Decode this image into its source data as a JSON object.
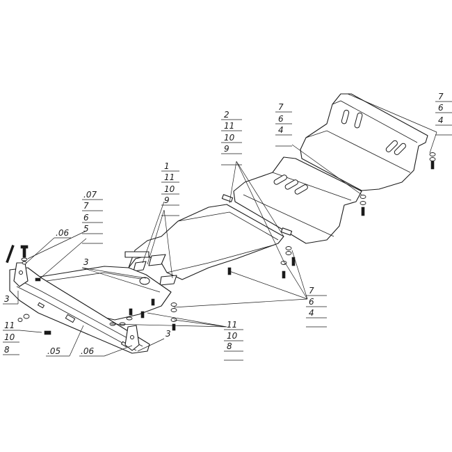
{
  "callouts": {
    "front_left_stack": {
      "a": ".07",
      "b": "7",
      "c": "6",
      "d": "5"
    },
    "bracket_left": ".06",
    "plate1_stack": {
      "a": "1",
      "b": "11",
      "c": "10",
      "d": "9"
    },
    "plate2_stack": {
      "a": "2",
      "b": "11",
      "c": "10",
      "d": "9"
    },
    "plate3_stack": {
      "a": "7",
      "b": "6",
      "c": "4"
    },
    "top_right_stack": {
      "a": "7",
      "b": "6",
      "c": "4"
    },
    "mid_right_stack": {
      "a": "7",
      "b": "6",
      "c": "4"
    },
    "center_bottom_stack": {
      "a": "11",
      "b": "10",
      "c": "8"
    },
    "left_bottom_stack": {
      "a": "11",
      "b": "10",
      "c": "8"
    },
    "label_3_upper": "3",
    "label_3_left": "3",
    "label_3_right": "3",
    "beam_05": ".05",
    "beam_06": ".06"
  }
}
